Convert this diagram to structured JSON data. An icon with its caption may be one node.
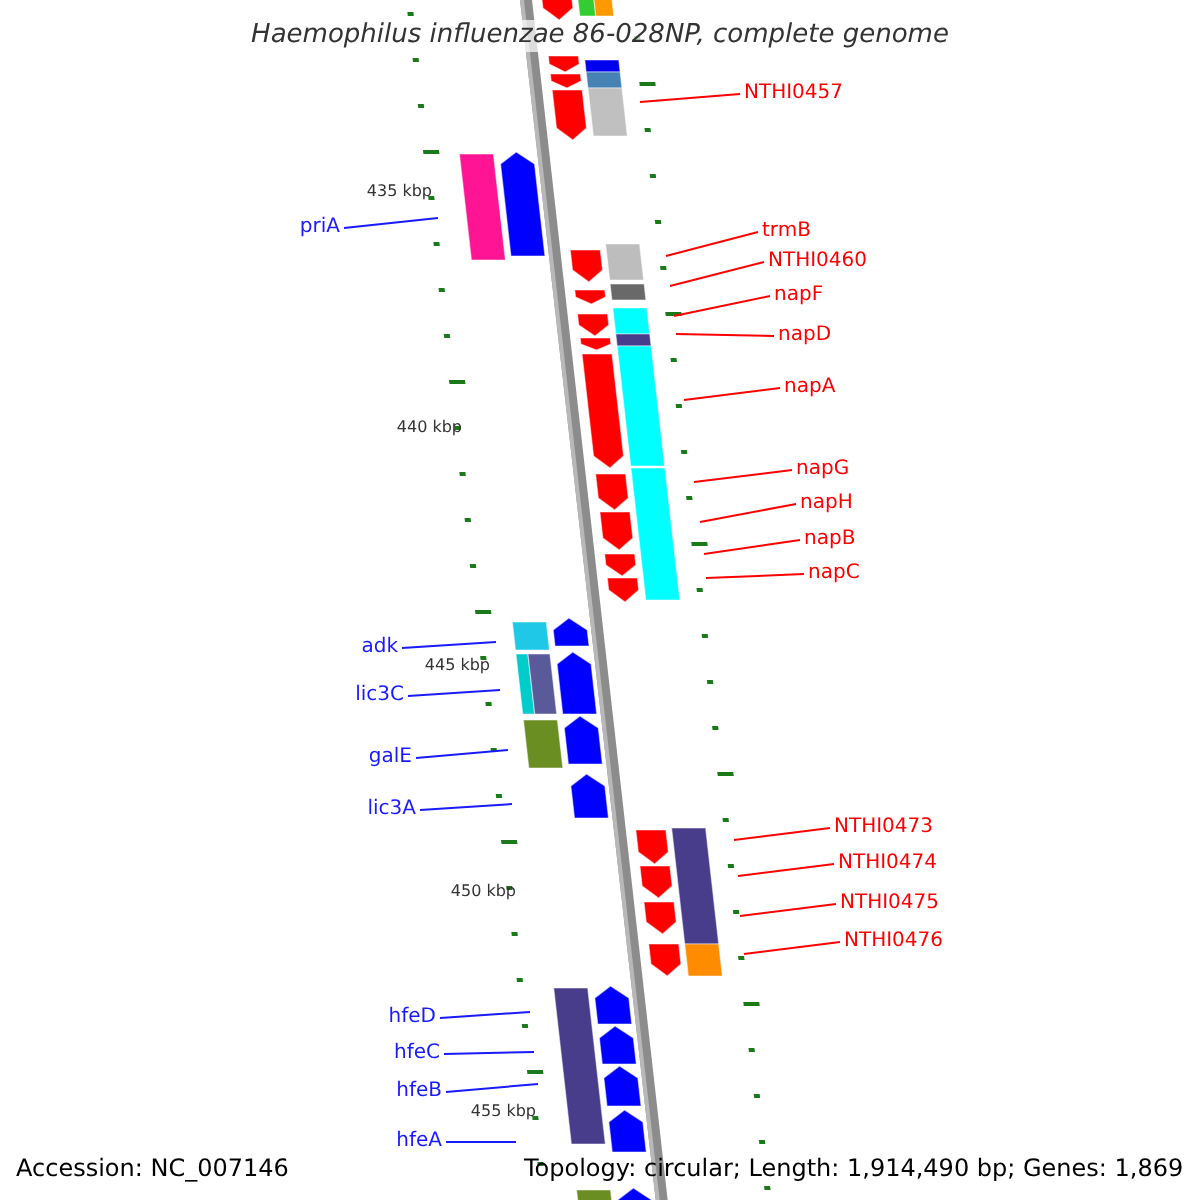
{
  "diagram": {
    "title": "Haemophilus influenzae 86-028NP, complete genome",
    "nodes": [
      {
        "text": [
          "NTHI0457"
        ]
      },
      {
        "text": [
          "priA"
        ]
      },
      {
        "text": [
          "trmB"
        ]
      },
      {
        "text": [
          "NTHI0460"
        ]
      },
      {
        "text": [
          "napF"
        ]
      },
      {
        "text": [
          "napD"
        ]
      },
      {
        "text": [
          "napA"
        ]
      },
      {
        "text": [
          "napG"
        ]
      },
      {
        "text": [
          "napH"
        ]
      },
      {
        "text": [
          "napB"
        ]
      },
      {
        "text": [
          "napC"
        ]
      },
      {
        "text": [
          "adk"
        ]
      },
      {
        "text": [
          "lic3C"
        ]
      },
      {
        "text": [
          "galE"
        ]
      },
      {
        "text": [
          "lic3A"
        ]
      },
      {
        "text": [
          "NTHI0473"
        ]
      },
      {
        "text": [
          "NTHI0474"
        ]
      },
      {
        "text": [
          "NTHI0475"
        ]
      },
      {
        "text": [
          "NTHI0476"
        ]
      },
      {
        "text": [
          "hfeD"
        ]
      },
      {
        "text": [
          "hfeC"
        ]
      },
      {
        "text": [
          "hfeB"
        ]
      },
      {
        "text": [
          "hfeA"
        ]
      }
    ],
    "edges": [
      {
        "from": 0,
        "to": null,
        "arrow": "none"
      },
      {
        "from": 1,
        "to": null,
        "arrow": "none",
        "color": "#1a1aff"
      },
      {
        "from": 2,
        "to": null,
        "arrow": "none"
      },
      {
        "from": 3,
        "to": null,
        "arrow": "none"
      },
      {
        "from": 4,
        "to": null,
        "arrow": "none"
      },
      {
        "from": 5,
        "to": null,
        "arrow": "none"
      },
      {
        "from": 6,
        "to": null,
        "arrow": "none"
      },
      {
        "from": 7,
        "to": null,
        "arrow": "none"
      },
      {
        "from": 8,
        "to": null,
        "arrow": "none"
      },
      {
        "from": 9,
        "to": null,
        "arrow": "none"
      },
      {
        "from": 10,
        "to": null,
        "arrow": "none"
      },
      {
        "from": 11,
        "to": null,
        "arrow": "none",
        "color": "#1a1aff"
      },
      {
        "from": 12,
        "to": null,
        "arrow": "none",
        "color": "#1a1aff"
      },
      {
        "from": 13,
        "to": null,
        "arrow": "none",
        "color": "#1a1aff"
      },
      {
        "from": 14,
        "to": null,
        "arrow": "none",
        "color": "#1a1aff"
      },
      {
        "from": 15,
        "to": null,
        "arrow": "none"
      },
      {
        "from": 16,
        "to": null,
        "arrow": "none"
      },
      {
        "from": 17,
        "to": null,
        "arrow": "none"
      },
      {
        "from": 18,
        "to": null,
        "arrow": "none"
      },
      {
        "from": 19,
        "to": null,
        "arrow": "none",
        "color": "#1a1aff"
      },
      {
        "from": 20,
        "to": null,
        "arrow": "none",
        "color": "#1a1aff"
      },
      {
        "from": 21,
        "to": null,
        "arrow": "none",
        "color": "#1a1aff"
      },
      {
        "from": 22,
        "to": null,
        "arrow": "none",
        "color": "#1a1aff"
      }
    ],
    "labels": [
      "435 kbp",
      "440 kbp",
      "445 kbp",
      "450 kbp",
      "455 kbp",
      "Accession: NC_007146",
      "Topology: circular; Length: 1,914,490 bp; Genes: 1,869"
    ]
  }
}
